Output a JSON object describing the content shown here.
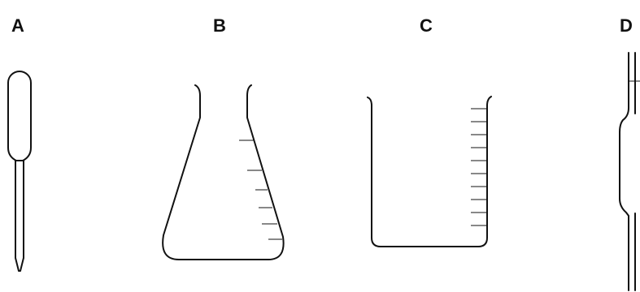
{
  "labels": {
    "a": "A",
    "b": "B",
    "c": "C",
    "d": "D"
  },
  "ink_color": "#111111",
  "background_color": "#ffffff"
}
